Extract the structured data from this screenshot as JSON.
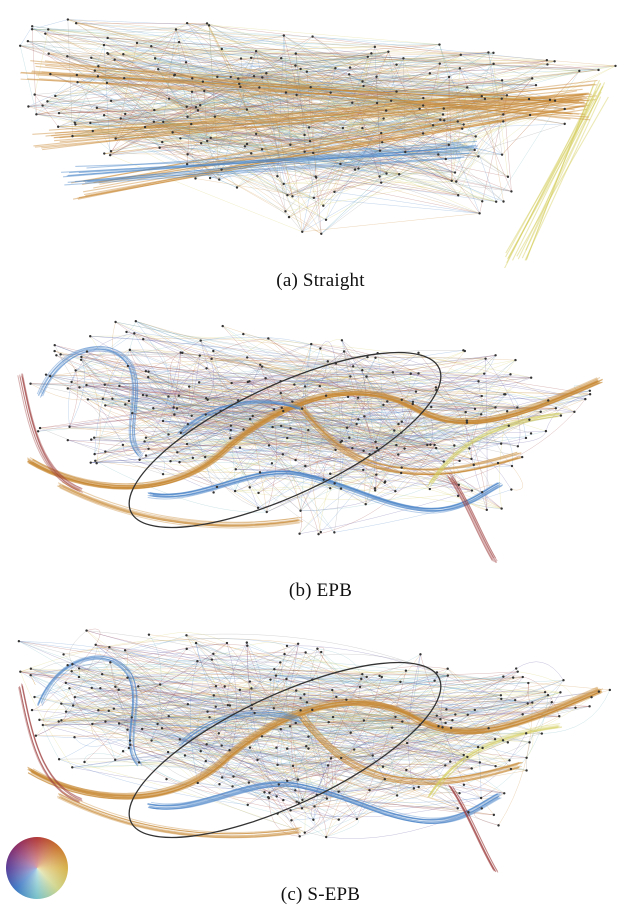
{
  "panels": [
    {
      "id": "a",
      "caption": "(a)  Straight",
      "style": "straight"
    },
    {
      "id": "b",
      "caption": "(b)  EPB",
      "style": "bundled"
    },
    {
      "id": "c",
      "caption": "(c)  S-EPB",
      "style": "bundled"
    }
  ],
  "colors": {
    "orange": "#c98a35",
    "blue": "#4a84c8",
    "yellow": "#d4cf5e",
    "red": "#9d3b3b",
    "teal": "#6cb3b9",
    "purple": "#5b4a9c",
    "gray": "#888888"
  },
  "legend": {
    "type": "color-wheel"
  }
}
